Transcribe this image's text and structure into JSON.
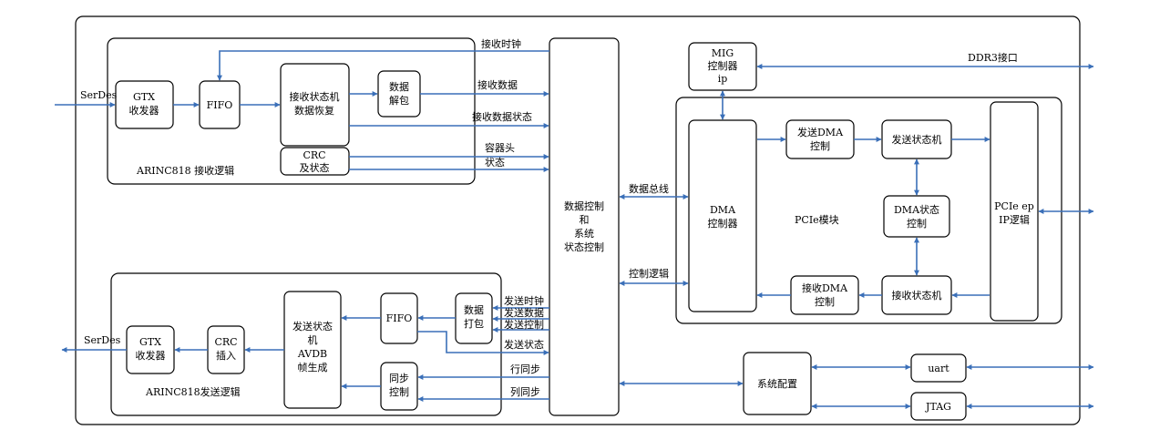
{
  "colors": {
    "line": "#3a6fb8",
    "border": "#000000",
    "background": "#ffffff"
  },
  "labels": {
    "serdes_in": "SerDes",
    "serdes_out": "SerDes",
    "ddr3": "DDR3接口",
    "rx_clock": "接收时钟",
    "rx_data": "接收数据",
    "rx_data_status": "接收数据状态",
    "container_header": "容器头",
    "status": "状态",
    "data_bus": "数据总线",
    "control_logic": "控制逻辑",
    "tx_clock": "发送时钟",
    "tx_data": "发送数据",
    "tx_control": "发送控制",
    "tx_status": "发送状态",
    "line_sync": "行同步",
    "column_sync": "列同步"
  },
  "rx_module": {
    "title": "ARINC818 接收逻辑",
    "gtx": [
      "GTX",
      "收发器"
    ],
    "fifo": [
      "FIFO"
    ],
    "state_machine": [
      "接收状态机",
      "数据恢复"
    ],
    "unpack": [
      "数据",
      "解包"
    ],
    "crc": [
      "CRC",
      "及状态"
    ]
  },
  "tx_module": {
    "title": "ARINC818发送逻辑",
    "gtx": [
      "GTX",
      "收发器"
    ],
    "crc": [
      "CRC",
      "插入"
    ],
    "state_machine": [
      "发送状态",
      "机",
      "AVDB",
      "帧生成"
    ],
    "fifo": [
      "FIFO"
    ],
    "pack": [
      "数据",
      "打包"
    ],
    "sync": [
      "同步",
      "控制"
    ]
  },
  "center": {
    "control": [
      "数据控制",
      "和",
      "系统",
      "状态控制"
    ]
  },
  "mig": [
    "MIG",
    "控制器",
    "ip"
  ],
  "pcie_module": {
    "title": "PCIe模块",
    "dma_controller": [
      "DMA",
      "控制器"
    ],
    "tx_dma": [
      "发送DMA",
      "控制"
    ],
    "tx_state": [
      "发送状态机"
    ],
    "dma_state": [
      "DMA状态",
      "控制"
    ],
    "rx_state": [
      "接收状态机"
    ],
    "rx_dma": [
      "接收DMA",
      "控制"
    ],
    "pcie_ep": [
      "PCIe ep",
      "IP逻辑"
    ]
  },
  "sys_config": [
    "系统配置"
  ],
  "uart": [
    "uart"
  ],
  "jtag": [
    "JTAG"
  ]
}
